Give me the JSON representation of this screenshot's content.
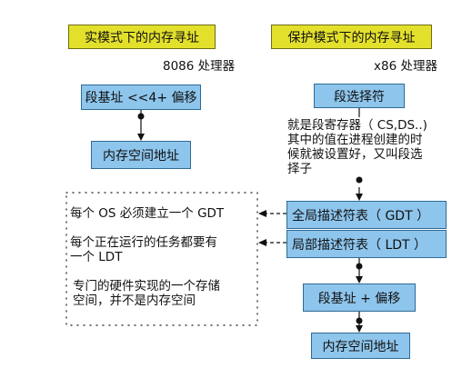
{
  "headers": {
    "real_mode": "实模式下的内存寻址",
    "protected_mode": "保护模式下的内存寻址"
  },
  "processors": {
    "left": "8086 处理器",
    "right": "x86 处理器"
  },
  "real_mode_flow": {
    "segment_shift_offset": "段基址 <<4+ 偏移",
    "memory_address": "内存空间地址"
  },
  "protected_mode_flow": {
    "selector": "段选择符",
    "selector_note_lines": [
      "就是段寄存器（ CS,DS..)",
      "其中的值在进程创建的时",
      "候就被设置好，又叫段选",
      "择子"
    ],
    "gdt": "全局描述符表（ GDT ）",
    "ldt": "局部描述符表（ LDT ）",
    "segment_base_offset": "段基址 + 偏移",
    "memory_address": "内存空间地址"
  },
  "notes": {
    "gdt_note": "每个 OS 必须建立一个 GDT",
    "ldt_note_lines": [
      "每个正在运行的任务都要有",
      "一个 LDT"
    ],
    "hardware_note_lines": [
      "专门的硬件实现的一个存储",
      "空间，并不是内存空间"
    ]
  },
  "colors": {
    "header_fill": "#e3e02c",
    "box_fill": "#8ec5ec",
    "line": "#111111"
  }
}
